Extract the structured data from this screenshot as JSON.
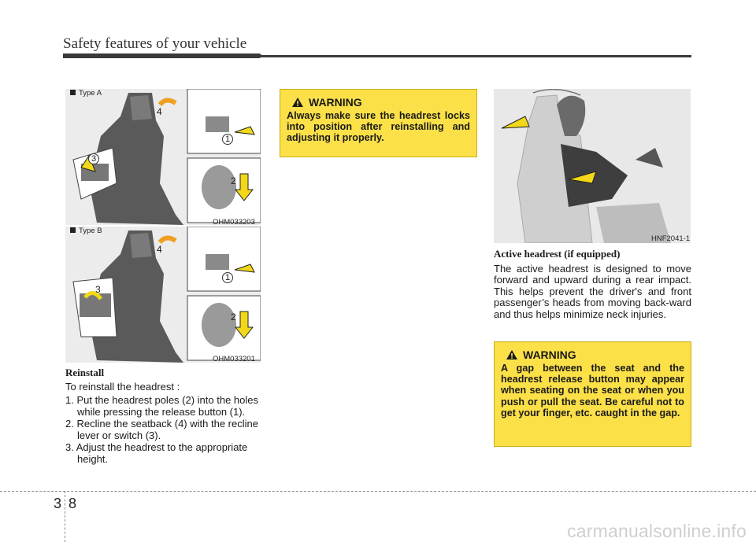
{
  "header": {
    "title": "Safety features of your vehicle"
  },
  "figures": {
    "type_a_label": "Type A",
    "type_b_label": "Type B",
    "type_a_code": "OHM033203",
    "type_b_code": "OHM033201",
    "right_code": "HNF2041-1",
    "callouts": [
      "1",
      "2",
      "3",
      "4"
    ]
  },
  "reinstall": {
    "heading": "Reinstall",
    "intro": "To reinstall the headrest :",
    "steps": [
      "1. Put the headrest poles (2) into the holes while pressing the release button (1).",
      "2. Recline the seatback (4) with the recline lever or switch (3).",
      "3. Adjust the headrest to the appropriate height."
    ]
  },
  "warning1": {
    "title": "WARNING",
    "body": "Always make sure the headrest locks into position after reinstalling and adjusting it properly."
  },
  "active_headrest": {
    "heading": "Active headrest (if equipped)",
    "body": "The active headrest is designed to move forward and upward during a rear impact. This helps prevent the driver's and front passenger’s heads from moving back-ward and thus helps minimize neck injuries."
  },
  "warning2": {
    "title": "WARNING",
    "body": "A gap between the seat and the headrest release button may appear when seating on the seat or when you push or pull the seat. Be careful not to get your finger, etc. caught in the gap."
  },
  "footer": {
    "chapter": "3",
    "page": "8",
    "watermark": "carmanualsonline.info"
  },
  "colors": {
    "warning_bg": "#fbe048",
    "arrow_yellow": "#f2d818",
    "arrow_orange": "#f0a020"
  }
}
